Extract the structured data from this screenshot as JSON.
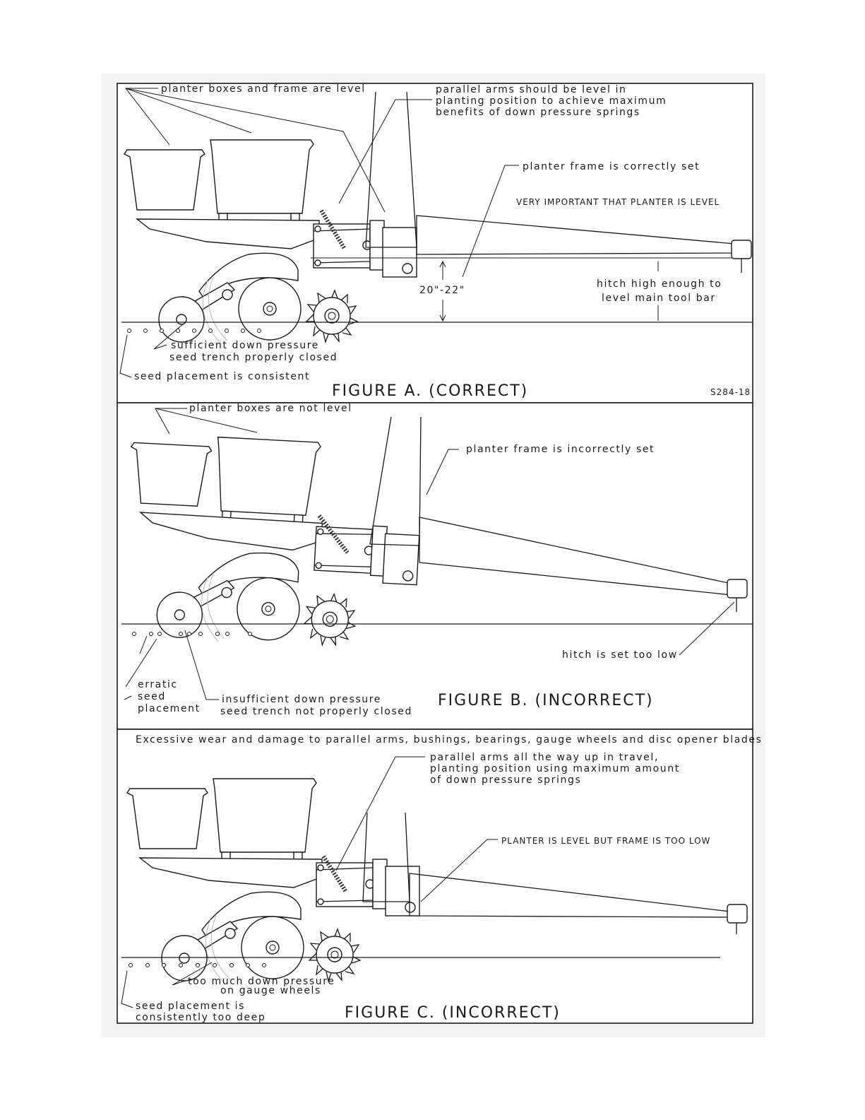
{
  "figure_a": {
    "title": "FIGURE A. (CORRECT)",
    "code": "S284-18",
    "label_boxes_level": "planter boxes and frame are level",
    "label_parallel_1": "parallel arms should be level in",
    "label_parallel_2": "planting position to achieve maximum",
    "label_parallel_3": "benefits of down pressure springs",
    "label_frame_correct": "planter frame is correctly set",
    "label_important": "VERY IMPORTANT THAT PLANTER IS LEVEL",
    "label_height": "20\"-22\"",
    "label_hitch_1": "hitch high enough to",
    "label_hitch_2": "level main tool bar",
    "label_pressure_1": "sufficient down pressure",
    "label_pressure_2": "seed trench properly closed",
    "label_seed": "seed placement is consistent"
  },
  "figure_b": {
    "title": "FIGURE B. (INCORRECT)",
    "label_boxes": "planter boxes are not level",
    "label_frame": "planter frame is incorrectly set",
    "label_hitch": "hitch is set too low",
    "label_erratic_1": "erratic",
    "label_erratic_2": "seed",
    "label_erratic_3": "placement",
    "label_pressure_1": "insufficient down pressure",
    "label_pressure_2": "seed trench not properly closed"
  },
  "figure_c": {
    "title": "FIGURE C. (INCORRECT)",
    "label_wear": "Excessive wear and damage to parallel arms, bushings, bearings, gauge wheels and disc opener blades",
    "label_parallel_1": "parallel arms all the way up in travel,",
    "label_parallel_2": "planting position using maximum amount",
    "label_parallel_3": "of down pressure springs",
    "label_level_low": "PLANTER IS LEVEL BUT FRAME IS TOO LOW",
    "label_pressure_1": "too much down pressure",
    "label_pressure_2": "on gauge wheels",
    "label_seed_1": "seed placement is",
    "label_seed_2": "consistently too deep"
  }
}
